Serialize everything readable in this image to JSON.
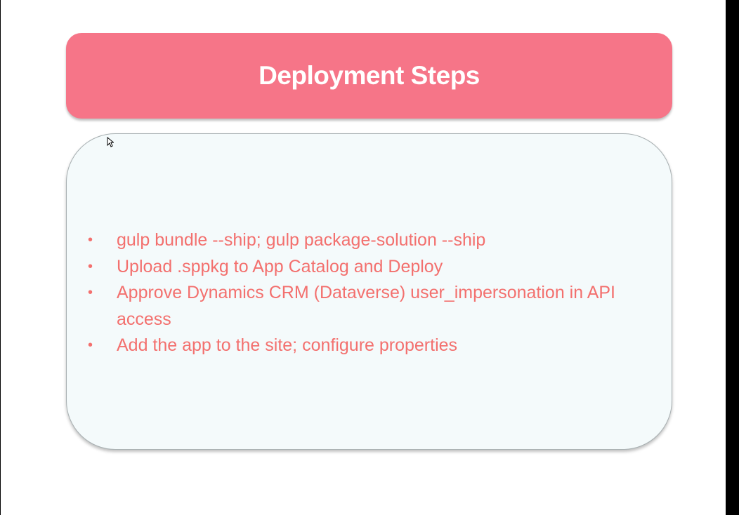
{
  "slide": {
    "title": "Deployment Steps",
    "bullets": [
      "gulp bundle --ship; gulp package-solution --ship",
      "Upload .sppkg to App Catalog and Deploy",
      "Approve Dynamics CRM (Dataverse) user_impersonation in API access",
      "Add the app to the site; configure properties"
    ],
    "bullet_symbol": "•",
    "colors": {
      "title_bg": "#f67588",
      "title_text": "#ffffff",
      "bullet_text": "#f3706e",
      "content_bg": "#f4fafb"
    }
  }
}
